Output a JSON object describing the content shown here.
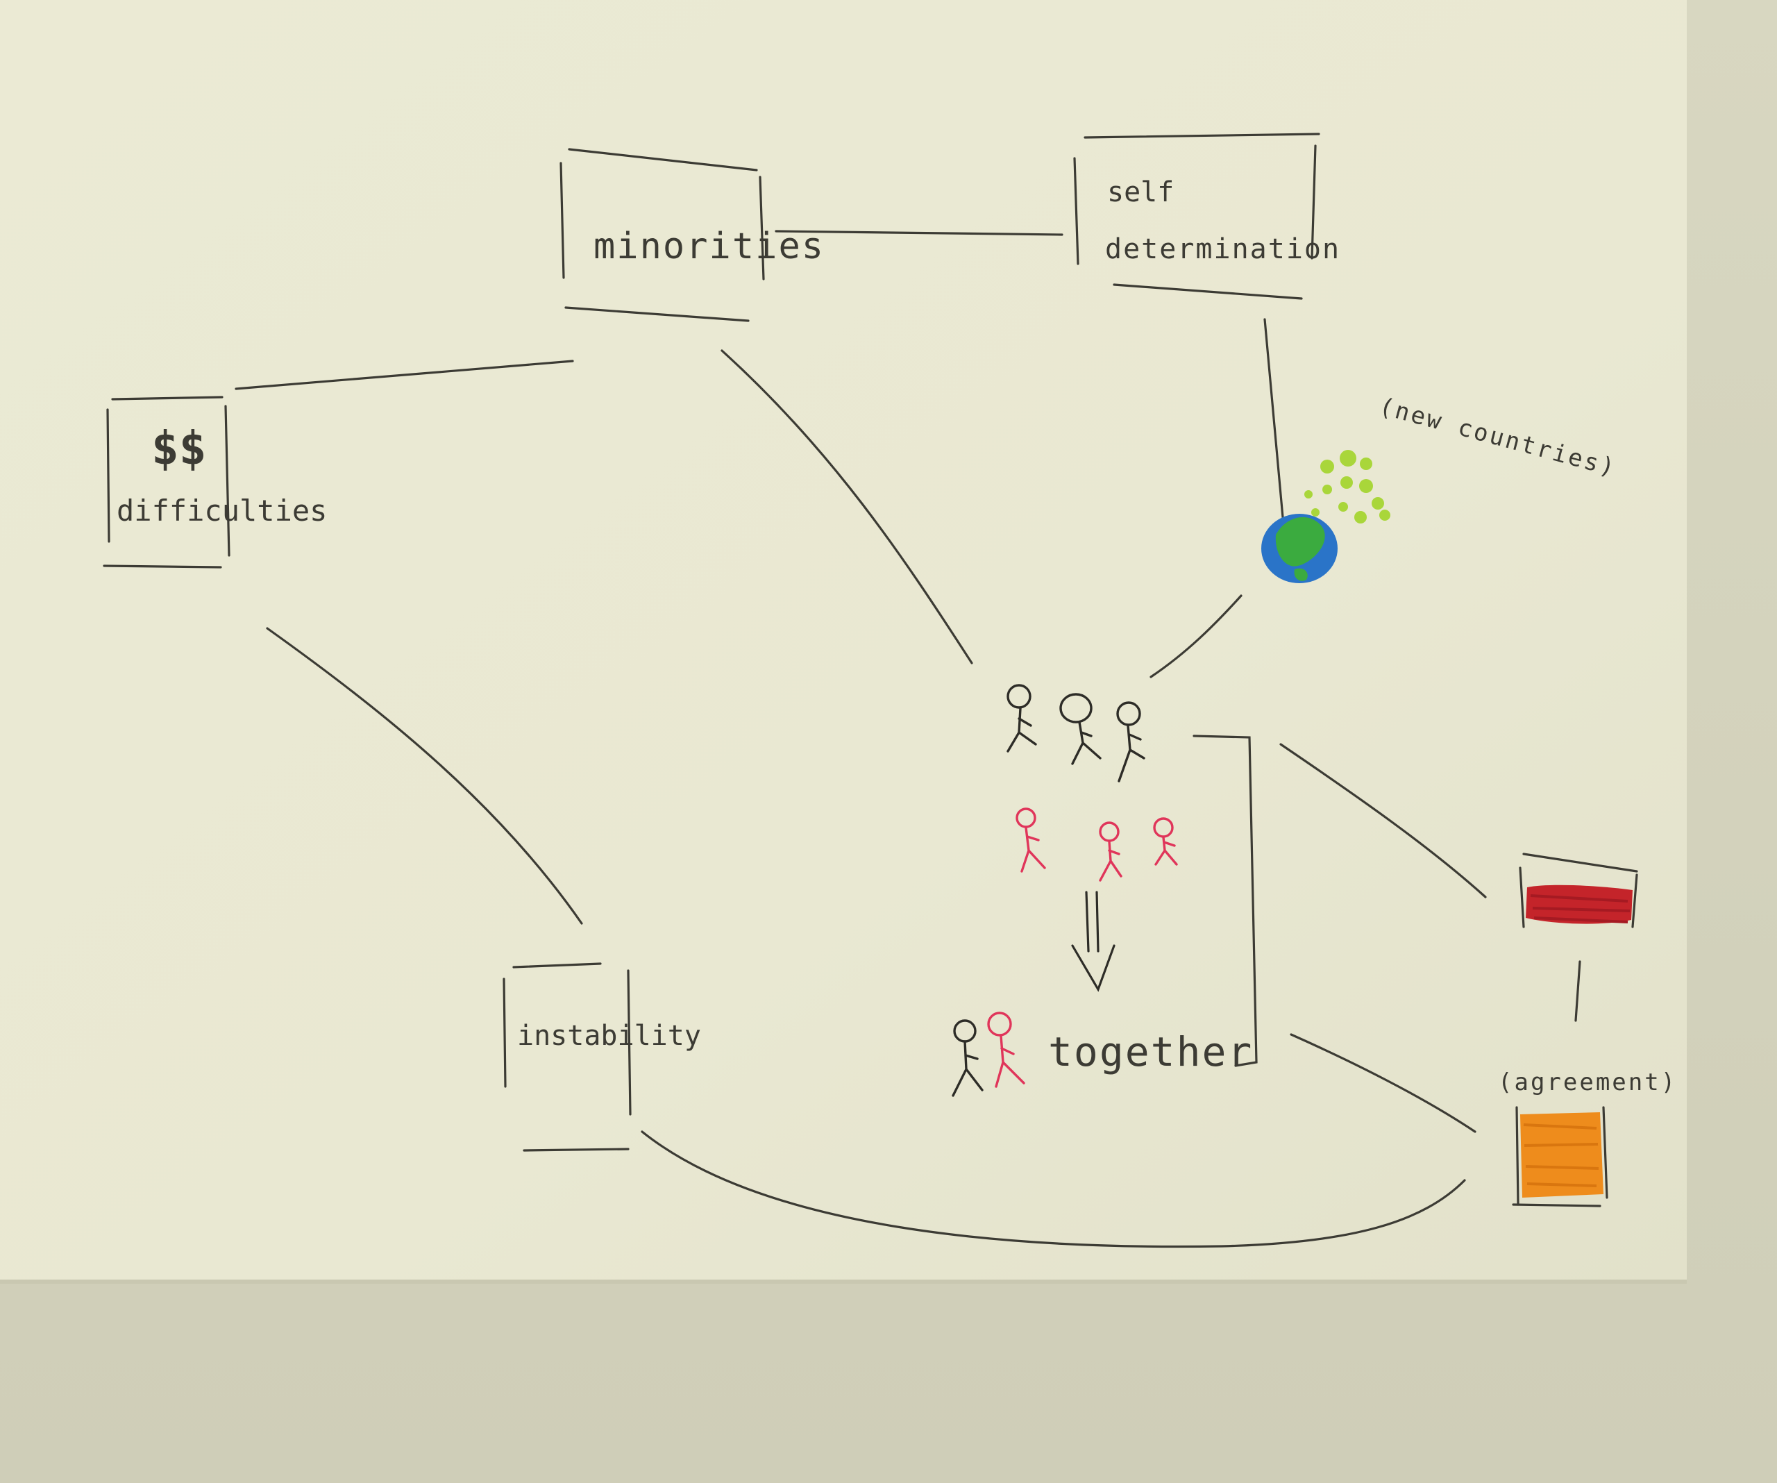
{
  "diagram": {
    "nodes": {
      "minorities": {
        "label": "minorities"
      },
      "self_determination": {
        "line1": "self",
        "line2": "determination"
      },
      "difficulties": {
        "symbol": "$$",
        "label": "difficulties"
      },
      "instability": {
        "label": "instability"
      },
      "new_countries": {
        "label": "(new countries)"
      },
      "together": {
        "label": "together"
      },
      "agreement": {
        "label": "(agreement)"
      }
    },
    "colors": {
      "paper": "#e9e8d3",
      "ink": "#3c3b34",
      "dollar_blue": "#1f2f8c",
      "globe_blue": "#2a74c8",
      "globe_green": "#3bab3f",
      "dots_green": "#a9d63a",
      "figures_red": "#e0355a",
      "red_box": "#c4242a",
      "orange_box": "#ee8c1c"
    },
    "icons": [
      "globe-icon",
      "people-group-black",
      "people-group-red",
      "down-arrow-icon",
      "pair-icon"
    ]
  }
}
